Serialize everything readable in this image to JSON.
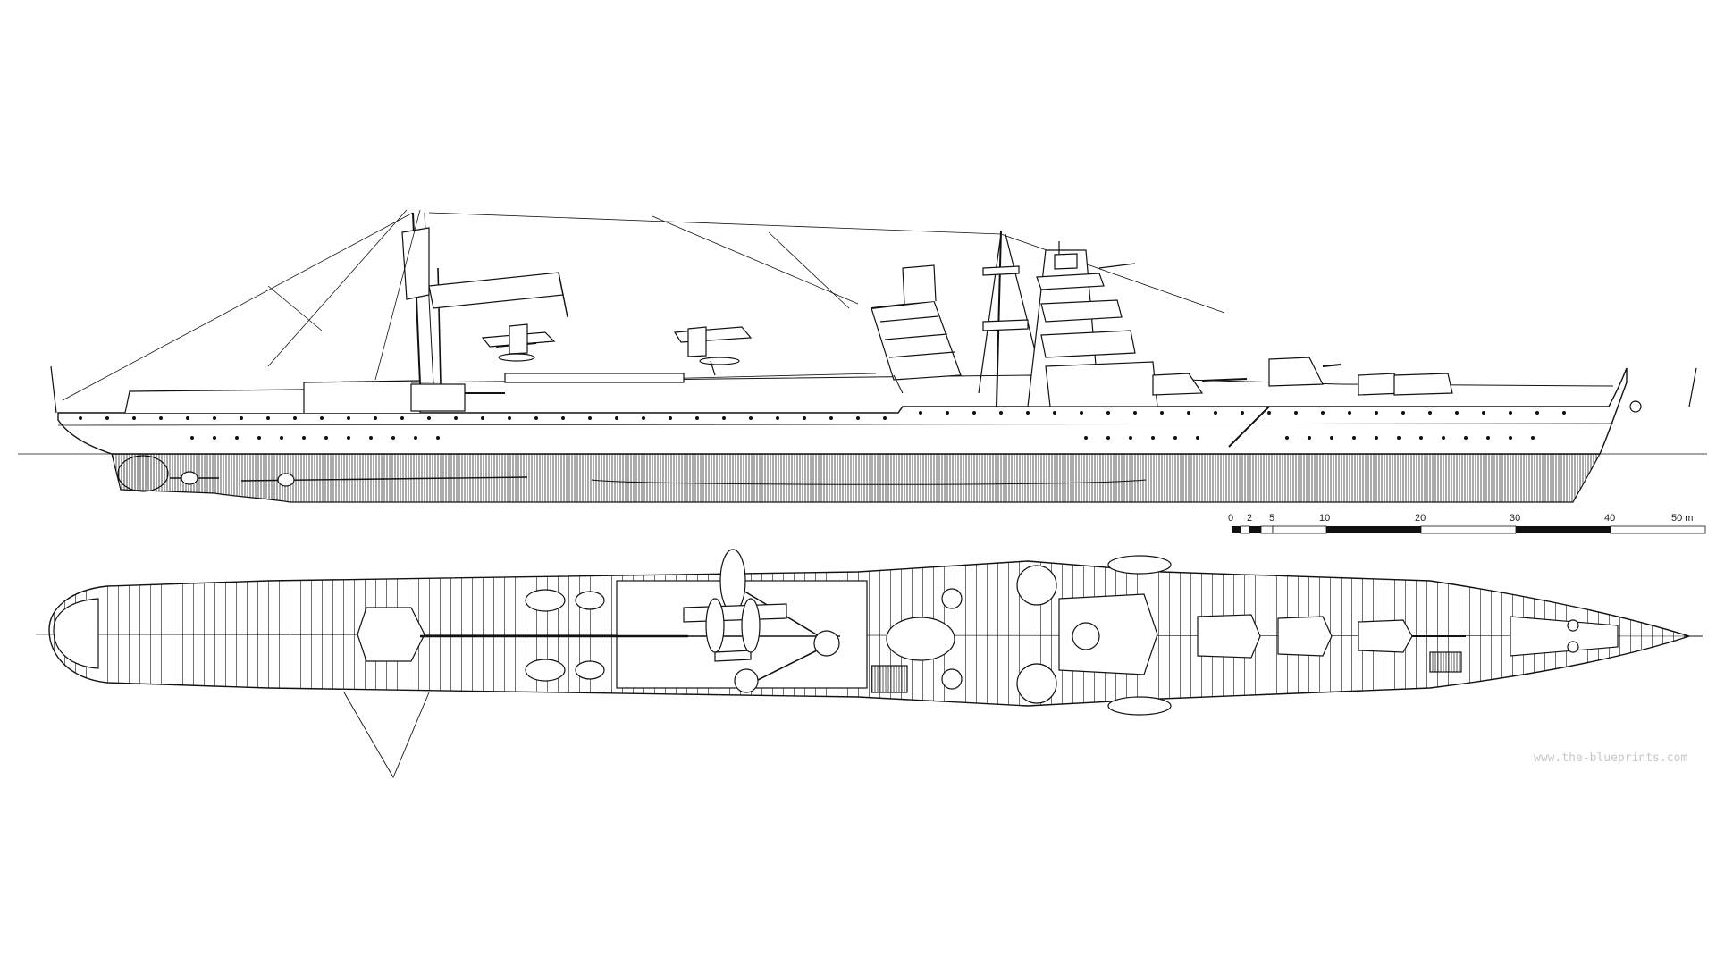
{
  "scale_bar": {
    "ticks": [
      "0",
      "2",
      "5",
      "10",
      "20",
      "30",
      "40",
      "50 m"
    ]
  },
  "watermark": {
    "text": "www.the-blueprints.com"
  },
  "colors": {
    "ink": "#111111",
    "hull_hatch": "#444444",
    "watermark": "#c7c7c7",
    "background": "#ffffff"
  }
}
